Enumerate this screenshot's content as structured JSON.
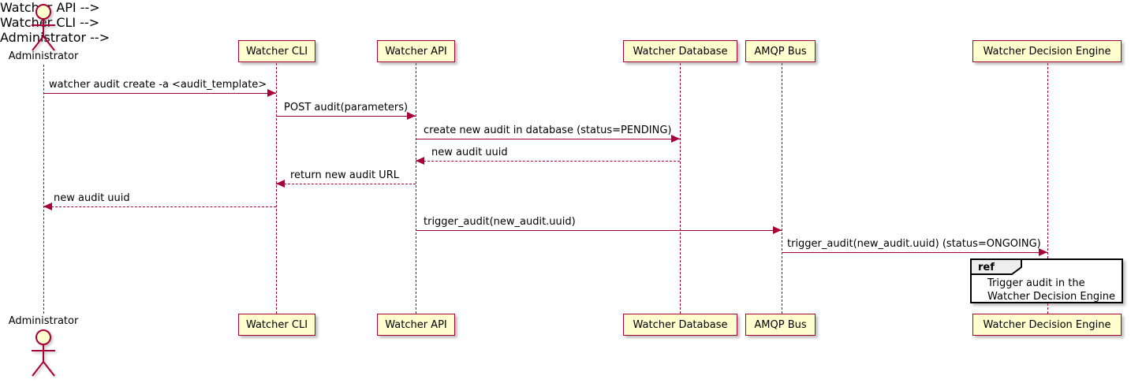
{
  "diagram": {
    "type": "sequence-diagram",
    "style": "plantuml",
    "colors": {
      "participant_fill": "#FEFECE",
      "line_color": "#A80036",
      "text_color": "#000000",
      "ref_fill": "#FFFFFF",
      "ref_border": "#000000",
      "ref_tab_fill": "#EEEEEE"
    },
    "actor": {
      "label": "Administrator"
    },
    "participants": [
      {
        "label": "Watcher CLI"
      },
      {
        "label": "Watcher API"
      },
      {
        "label": "Watcher Database"
      },
      {
        "label": "AMQP Bus"
      },
      {
        "label": "Watcher Decision Engine"
      }
    ],
    "messages": [
      {
        "from": "Administrator",
        "to": "Watcher CLI",
        "style": "solid",
        "label": "watcher audit create -a <audit_template>"
      },
      {
        "from": "Watcher CLI",
        "to": "Watcher API",
        "style": "solid",
        "label": "POST audit(parameters)"
      },
      {
        "from": "Watcher API",
        "to": "Watcher Database",
        "style": "solid",
        "label": "create new audit in database (status=PENDING)"
      },
      {
        "from": "Watcher Database",
        "to": "Watcher API",
        "style": "dashed",
        "label": "new audit uuid"
      },
      {
        "from": "Watcher API",
        "to": "Watcher CLI",
        "style": "dashed",
        "label": "return new audit URL"
      },
      {
        "from": "Watcher CLI",
        "to": "Administrator",
        "style": "dashed",
        "label": "new audit uuid"
      },
      {
        "from": "Watcher API",
        "to": "AMQP Bus",
        "style": "solid",
        "label": "trigger_audit(new_audit.uuid)"
      },
      {
        "from": "AMQP Bus",
        "to": "Watcher Decision Engine",
        "style": "solid",
        "label": "trigger_audit(new_audit.uuid) (status=ONGOING)"
      }
    ],
    "ref": {
      "keyword": "ref",
      "over": "Watcher Decision Engine",
      "lines": {
        "0": "Trigger audit in the",
        "1": "Watcher Decision Engine"
      }
    }
  }
}
